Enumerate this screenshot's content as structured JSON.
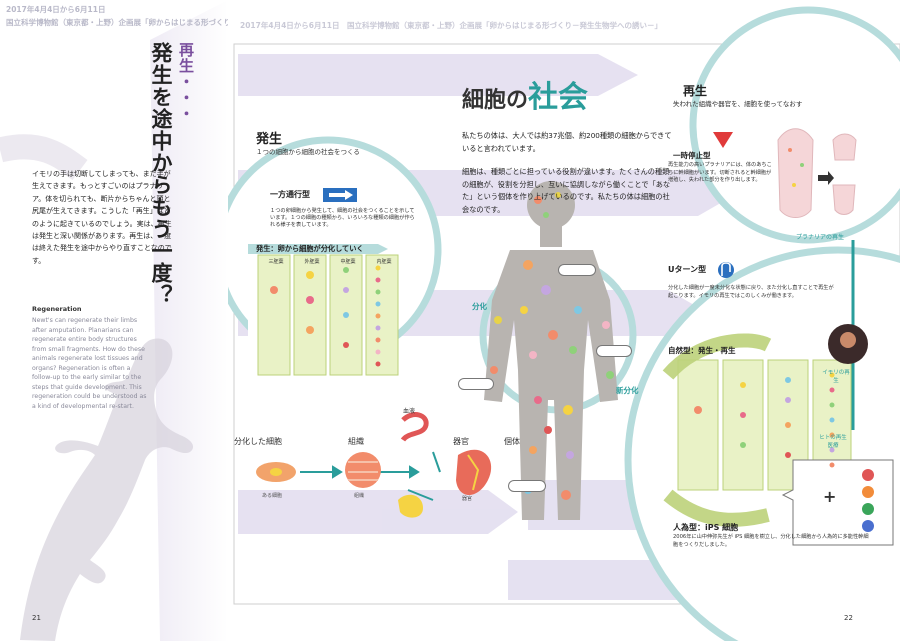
{
  "left_page": {
    "header_line1": "2017年4月4日から6月11日",
    "header_line2": "国立科学博物館（東京都・上野）企画展「卵からはじまる形づくり－発生生物学への誘い－」",
    "title_small": "再生・・・",
    "title_main": "発生を途中からもう一度？",
    "body_jp": "イモリの手は切断してしまっても、また手が生えてきます。もっとすごいのはプラナリア。体を切られても、断片からちゃんと頭と尻尾が生えてきます。こうした「再生」はどのように起きているのでしょう。実は、再生は発生と深い関係があります。再生は、一度は終えた発生を途中からやり直すことなのです。",
    "en_heading": "Regeneration",
    "body_en": "Newt's can regenerate their limbs after amputation. Planarians can regenerate entire body structures from small fragments. How do these animals regenerate lost tissues and organs? Regeneration is often a follow-up to the early similar to the steps that guide development. This regeneration could be understood as a kind of developmental re-start.",
    "page_number": "21"
  },
  "right_page": {
    "header": "2017年4月4日から6月11日　国立科学博物館（東京都・上野）企画展「卵からはじまる形づくり－発生生物学への誘い－」",
    "title_part1": "細胞の",
    "title_part2": "社会",
    "intro_text": "私たちの体は、大人では約37兆個、約200種類の細胞からできていると言われています。",
    "intro_text2": "細胞は、種類ごとに担っている役割が違います。たくさんの種類の細胞が、役割を分担し、互いに協調しながら働くことで「あなた」という個体を作り上げているのです。私たちの体は細胞の社会なのです。",
    "hassei": {
      "title": "発生",
      "subtitle": "１つの細胞から細胞の社会をつくる",
      "oneway_label": "一方通行型",
      "oneway_desc": "１つの卵細胞から発生して、細胞の社会をつくることを示しています。１つの細胞の種類から、いろいろな種類の細胞が作られる様子を表しています。",
      "flow_label": "発生：卵から細胞が分化していく",
      "table_headers": [
        "三胚葉",
        "外胚葉",
        "中胚葉",
        "内胚葉"
      ]
    },
    "bunka_label": "分化",
    "shinka_label": "新分化",
    "saisei": {
      "title": "再生",
      "subtitle": "失われた組織や器官を、細胞を使ってなおす",
      "pause_label": "一時停止型",
      "pause_desc": "再生能力の高いプラナリアには、体のあちこちに幹細胞がいます。切断されると幹細胞が増殖し、失われた部分を作り出します。",
      "planaria_label": "プラナリアの再生",
      "uturn_label": "Uターン型",
      "uturn_desc": "分化した細胞が一度未分化な状態に戻り、また分化し直すことで再生が起こります。イモリの再生ではこのしくみが働きます。",
      "natural_label": "自然型：発生・再生",
      "newt_label": "イモリの再生",
      "human_label": "ヒトの再生医療",
      "ips_label": "人為型：iPS 細胞",
      "ips_desc": "2006年に山中伸弥先生が iPS 細胞を樹立し、分化した細胞から人為的に多能性幹細胞をつくりだしました。"
    },
    "flow": {
      "cell_label": "分化した細胞",
      "tissue_label": "組織",
      "organ_label": "器官",
      "individual_label": "個体",
      "cell_caption": "ある細胞",
      "tissue_caption": "組織",
      "organ_caption": "器官",
      "ketsueki_label": "血液"
    },
    "page_number": "22"
  },
  "colors": {
    "teal": "#2a9d9b",
    "purple": "#7a4f9e",
    "arrow_lavender": "#e3def0",
    "table_green": "#e9f2c6",
    "body_gray": "#b8b4b0"
  }
}
